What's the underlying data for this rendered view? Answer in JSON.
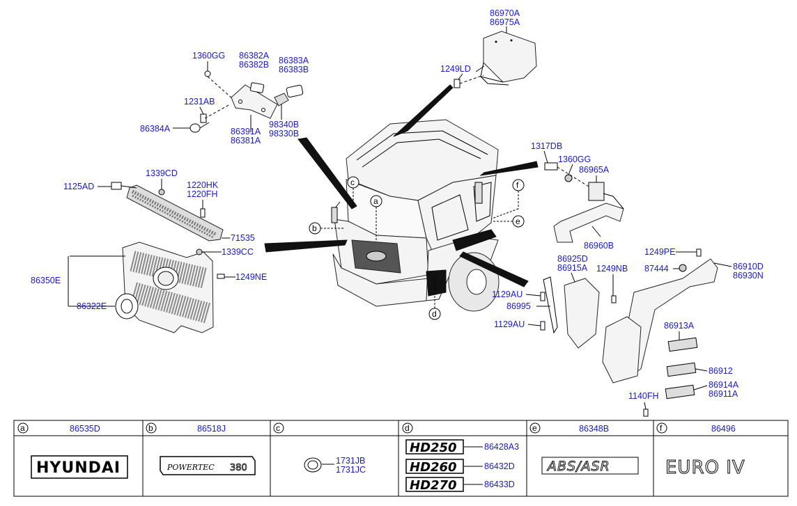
{
  "parts": {
    "p_86970A": "86970A",
    "p_86975A": "86975A",
    "p_1249LD": "1249LD",
    "p_1360GG_top": "1360GG",
    "p_86382A": "86382A",
    "p_86382B": "86382B",
    "p_86383A": "86383A",
    "p_86383B": "86383B",
    "p_1231AB": "1231AB",
    "p_86384A": "86384A",
    "p_86391A": "86391A",
    "p_86381A": "86381A",
    "p_98340B": "98340B",
    "p_98330B": "98330B",
    "p_1317DB": "1317DB",
    "p_1360GG_right": "1360GG",
    "p_86965A": "86965A",
    "p_1339CD": "1339CD",
    "p_1125AD": "1125AD",
    "p_1220HK": "1220HK",
    "p_1220FH": "1220FH",
    "p_71535": "71535",
    "p_1339CC": "1339CC",
    "p_86350E": "86350E",
    "p_1249NE": "1249NE",
    "p_86322E": "86322E",
    "p_86960B": "86960B",
    "p_1249PE": "1249PE",
    "p_87444": "87444",
    "p_86910D": "86910D",
    "p_86930N": "86930N",
    "p_86925D": "86925D",
    "p_86915A": "86915A",
    "p_1249NB": "1249NB",
    "p_1129AU_a": "1129AU",
    "p_86995": "86995",
    "p_1129AU_b": "1129AU",
    "p_86913A": "86913A",
    "p_86912": "86912",
    "p_86914A": "86914A",
    "p_86911A": "86911A",
    "p_1140FH": "1140FH"
  },
  "callouts": {
    "a": "a",
    "b": "b",
    "c": "c",
    "d": "d",
    "e": "e",
    "f": "f"
  },
  "table": {
    "a_part": "86535D",
    "b_part": "86518J",
    "c_part1": "1731JB",
    "c_part2": "1731JC",
    "d_part1": "86428A3",
    "d_part2": "86432D",
    "d_part3": "86433D",
    "e_part": "86348B",
    "f_part": "86496",
    "a_emblem": "HYUNDAI",
    "b_emblem_word": "POWERTEC",
    "b_emblem_num": "380",
    "d_emblem1": "HD250",
    "d_emblem2": "HD260",
    "d_emblem3": "HD270",
    "e_emblem": "ABS/ASR",
    "f_emblem": "EURO IV"
  }
}
